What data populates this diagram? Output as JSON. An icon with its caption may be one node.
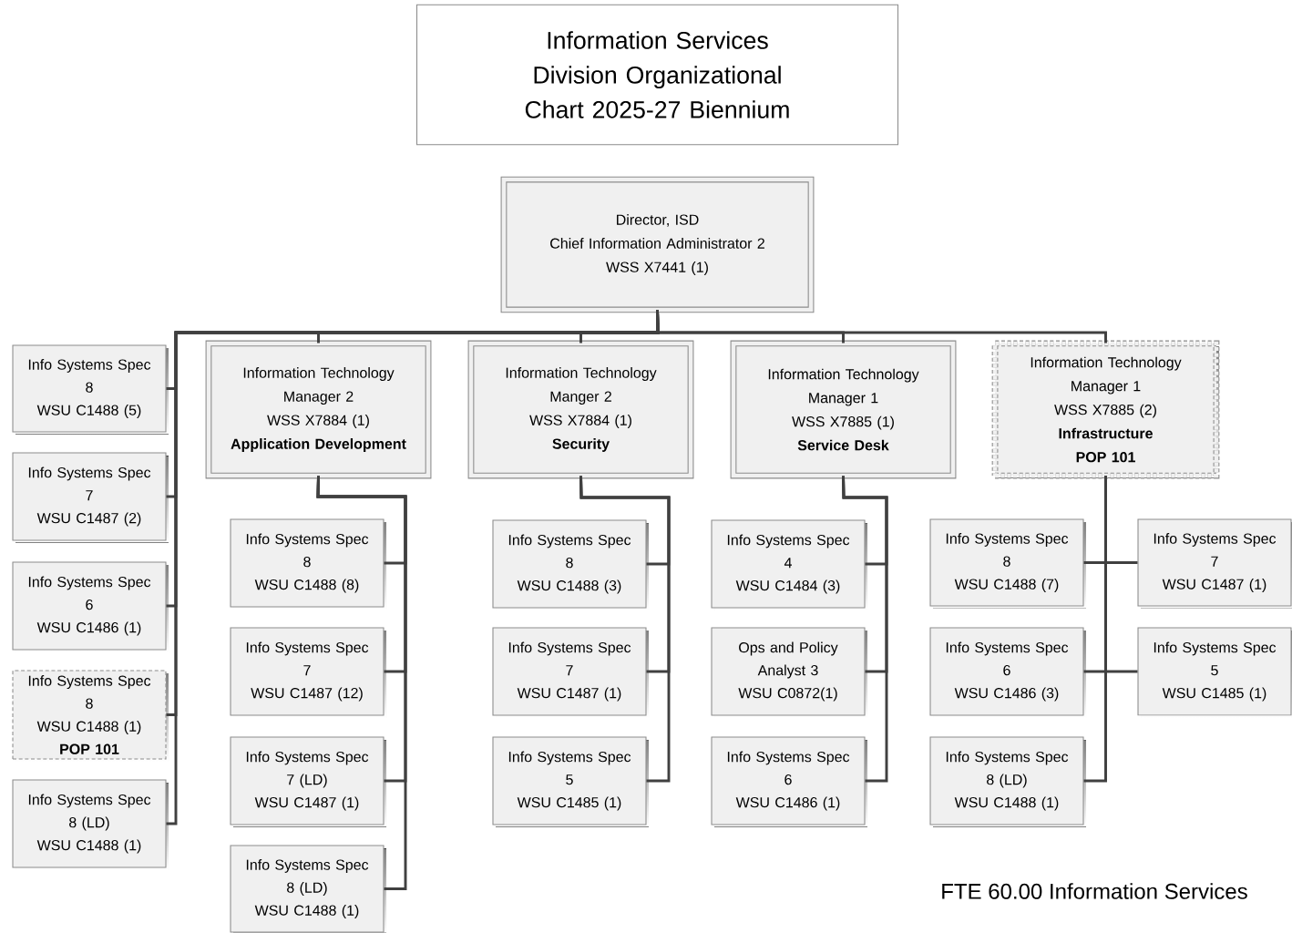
{
  "diagram": {
    "title": "Information Services Division Organizational Chart 2025-27 Biennium",
    "nodes": [
      {
        "text": [
          "Director, ISD",
          "Chief Information Administrator 2",
          "WSS X7441 (1)"
        ]
      },
      {
        "text": [
          "Information Technology",
          "Manager 2",
          "WSS X7884 (1)",
          "**Application Development**"
        ]
      },
      {
        "text": [
          "Information Technology",
          "Manger 2",
          "WSS X7884 (1)",
          "**Security**"
        ]
      },
      {
        "text": [
          "Information Technology",
          "Manager 1",
          "WSS X7885 (1)",
          "**Service Desk**"
        ]
      },
      {
        "text": [
          "Information Technology",
          "Manager 1",
          "WSS X7885 (2)",
          "**Infrastructure**",
          "**POP 101**"
        ]
      },
      {
        "text": [
          "Info Systems Spec",
          "8",
          "WSU C1488 (5)"
        ]
      },
      {
        "text": [
          "Info Systems Spec",
          "7",
          "WSU C1487 (2)"
        ]
      },
      {
        "text": [
          "Info Systems Spec",
          "6",
          "WSU C1486 (1)"
        ]
      },
      {
        "text": [
          "Info Systems Spec",
          "8",
          "WSU C1488 (1)",
          "**POP 101**"
        ]
      },
      {
        "text": [
          "Info Systems Spec",
          "8 (LD)",
          "WSU C1488 (1)"
        ]
      },
      {
        "text": [
          "Info Systems Spec",
          "8",
          "WSU C1488 (8)"
        ]
      },
      {
        "text": [
          "Info Systems Spec",
          "7",
          "WSU C1487 (12)"
        ]
      },
      {
        "text": [
          "Info Systems Spec",
          "7 (LD)",
          "WSU C1487 (1)"
        ]
      },
      {
        "text": [
          "Info Systems Spec",
          "8 (LD)",
          "WSU C1488 (1)"
        ]
      },
      {
        "text": [
          "Info Systems Spec",
          "8",
          "WSU C1488 (3)"
        ]
      },
      {
        "text": [
          "Info Systems Spec",
          "7",
          "WSU C1487 (1)"
        ]
      },
      {
        "text": [
          "Info Systems Spec",
          "5",
          "WSU C1485 (1)"
        ]
      },
      {
        "text": [
          "Info Systems Spec",
          "4",
          "WSU C1484 (3)"
        ]
      },
      {
        "text": [
          "Ops and Policy",
          "Analyst 3",
          "WSU C0872(1)"
        ]
      },
      {
        "text": [
          "Info Systems Spec",
          "6",
          "WSU C1486 (1)"
        ]
      },
      {
        "text": [
          "Info Systems Spec",
          "8",
          "WSU C1488 (7)"
        ]
      },
      {
        "text": [
          "Info Systems Spec",
          "7",
          "WSU C1487 (1)"
        ]
      },
      {
        "text": [
          "Info Systems Spec",
          "6",
          "WSU C1486 (3)"
        ]
      },
      {
        "text": [
          "Info Systems Spec",
          "5",
          "WSU C1485 (1)"
        ]
      },
      {
        "text": [
          "Info Systems Spec",
          "8 (LD)",
          "WSU C1488 (1)"
        ]
      }
    ],
    "edges": [
      {
        "from": 0,
        "to": 1,
        "arrow": "none"
      },
      {
        "from": 0,
        "to": 2,
        "arrow": "none"
      },
      {
        "from": 0,
        "to": 3,
        "arrow": "none"
      },
      {
        "from": 0,
        "to": 4,
        "arrow": "none"
      },
      {
        "from": 0,
        "to": 5,
        "arrow": "none"
      },
      {
        "from": 0,
        "to": 6,
        "arrow": "none"
      },
      {
        "from": 0,
        "to": 7,
        "arrow": "none"
      },
      {
        "from": 0,
        "to": 8,
        "arrow": "none"
      },
      {
        "from": 0,
        "to": 9,
        "arrow": "none"
      },
      {
        "from": 1,
        "to": 10,
        "arrow": "none"
      },
      {
        "from": 1,
        "to": 11,
        "arrow": "none"
      },
      {
        "from": 1,
        "to": 12,
        "arrow": "none"
      },
      {
        "from": 1,
        "to": 13,
        "arrow": "none"
      },
      {
        "from": 2,
        "to": 14,
        "arrow": "none"
      },
      {
        "from": 2,
        "to": 15,
        "arrow": "none"
      },
      {
        "from": 2,
        "to": 16,
        "arrow": "none"
      },
      {
        "from": 3,
        "to": 17,
        "arrow": "none"
      },
      {
        "from": 3,
        "to": 18,
        "arrow": "none"
      },
      {
        "from": 3,
        "to": 19,
        "arrow": "none"
      },
      {
        "from": 4,
        "to": 20,
        "arrow": "none"
      },
      {
        "from": 4,
        "to": 21,
        "arrow": "none"
      },
      {
        "from": 4,
        "to": 22,
        "arrow": "none"
      },
      {
        "from": 4,
        "to": 23,
        "arrow": "none"
      },
      {
        "from": 4,
        "to": 24,
        "arrow": "none"
      }
    ],
    "labels": [
      "FTE 60.00 Information Services"
    ]
  }
}
